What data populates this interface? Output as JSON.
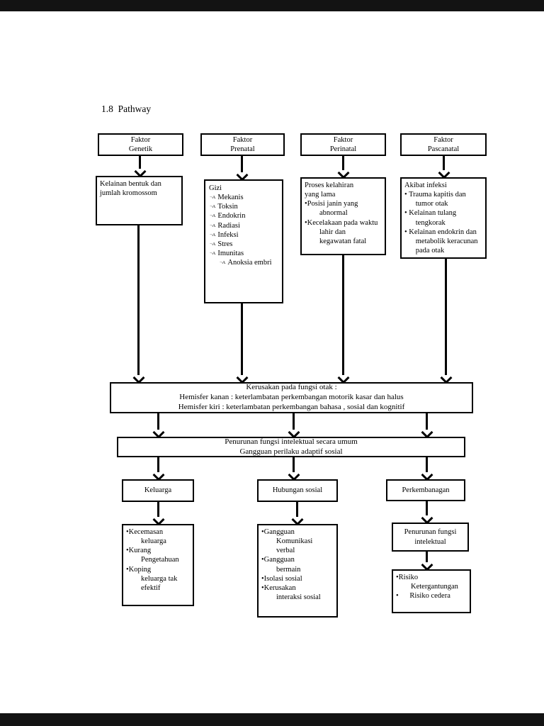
{
  "page": {
    "title": "1.8  Pathway"
  },
  "top_boxes": {
    "genetik": "Faktor\nGenetik",
    "prenatal": "Faktor\nPrenatal",
    "perinatal": "Faktor\nPerinatal",
    "pascanatal": "Faktor\nPascanatal"
  },
  "detail_boxes": {
    "kelainan": "Kelainan bentuk dan\njumlah kromossom",
    "gizi": {
      "header": "Gizi",
      "bullet_glyph": "¬A",
      "items": [
        "Mekanis",
        "Toksin",
        "Endokrin",
        "Radiasi",
        "Infeksi",
        "Stres",
        "Imunitas"
      ],
      "sub_item": "Anoksia embri"
    },
    "proses": "Proses kelahiran\nyang lama\n•Posisi janin yang\n        abnormal\n•Kecelakaan pada waktu\n        lahir dan\n        kegawatan fatal",
    "akibat": "Akibat infeksi\n• Trauma kapitis dan\n      tumor otak\n• Kelainan tulang\n      tengkorak\n• Kelainan endokrin dan\n      metabolik keracunan\n      pada otak"
  },
  "central": {
    "kerusakan": "Kerusakan pada fungsi otak :\nHemisfer kanan : keterlambatan perkembangan motorik kasar dan halus\nHemisfer kiri : keterlambatan perkembangan bahasa , sosial dan kognitif",
    "penurunan_umum": "Penurunan fungsi intelektual secara umum\nGangguan perilaku adaptif sosial"
  },
  "mid_boxes": {
    "keluarga": "Keluarga",
    "hubungan_sosial": "Hubungan sosial",
    "perkembanagan": "Perkembanagan"
  },
  "bottom_boxes": {
    "keluarga_masalah": "•Kecemasan\n        keluarga\n•Kurang\n        Pengetahuan\n•Koping\n        keluarga tak\n        efektif",
    "sosial_masalah": "•Gangguan\n        Komunikasi\n        verbal\n•Gangguan\n        bermain\n•Isolasi sosial\n•Kerusakan\n        interaksi sosial",
    "penurunan_fungsi": "Penurunan fungsi\nintelektual",
    "risiko": "•Risiko\n        Ketergantungan\n•      Risiko cedera"
  }
}
